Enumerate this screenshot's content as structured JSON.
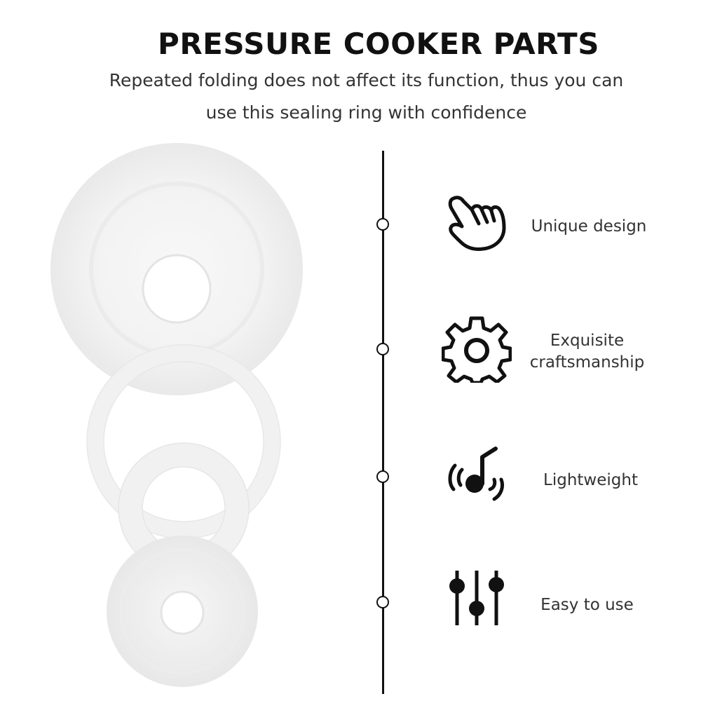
{
  "header": {
    "title": "PRESSURE COOKER PARTS",
    "subtitle": "Repeated folding does not affect its function, thus you can use this sealing ring with confidence"
  },
  "product": {
    "item_colors": {
      "ring_fill": "#f3f3f3",
      "ring_shadow": "#e6e6e6"
    }
  },
  "features": [
    {
      "label": "Unique design",
      "icon": "hand-pointer-icon"
    },
    {
      "label": "Exquisite craftsmanship",
      "icon": "gear-icon"
    },
    {
      "label": "Lightweight",
      "icon": "music-note-icon"
    },
    {
      "label": "Easy to use",
      "icon": "sliders-icon"
    }
  ],
  "theme": {
    "line_color": "#111111",
    "text_color": "#333333"
  }
}
